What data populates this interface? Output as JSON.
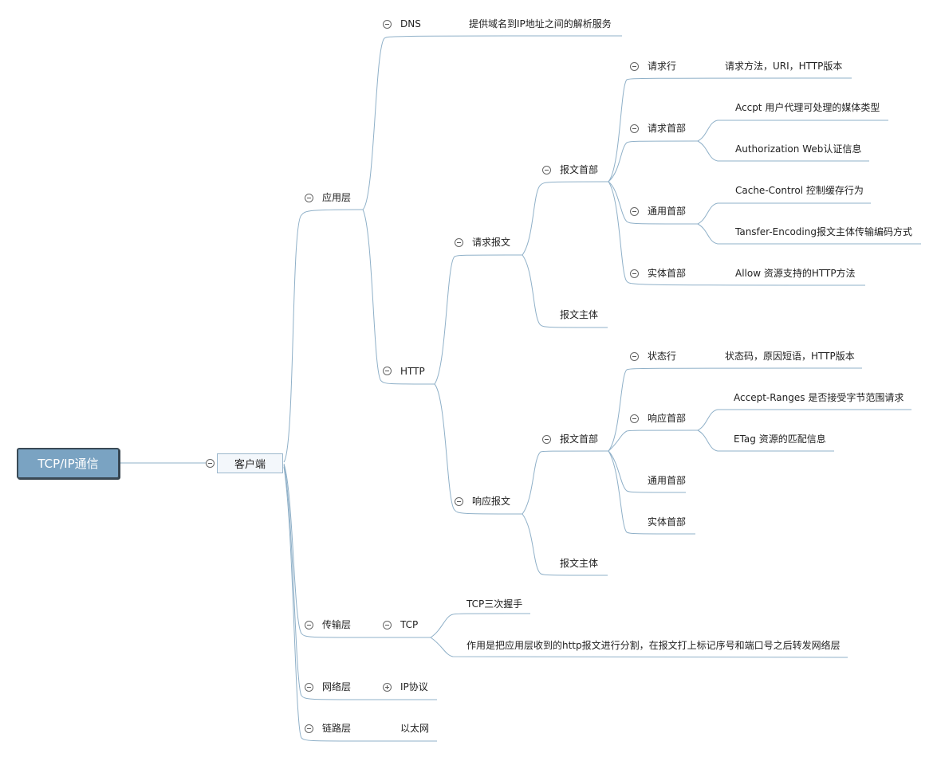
{
  "root": "TCP/IP通信",
  "client": "客户端",
  "layers": {
    "app": "应用层",
    "transport": "传输层",
    "network": "网络层",
    "link": "链路层"
  },
  "dns": {
    "label": "DNS",
    "desc": "提供域名到IP地址之间的解析服务"
  },
  "http": {
    "label": "HTTP",
    "request": {
      "label": "请求报文",
      "header": "报文首部",
      "body": "报文主体",
      "line": {
        "label": "请求行",
        "desc": "请求方法，URI，HTTP版本"
      },
      "req_headers": {
        "label": "请求首部",
        "items": [
          "Accpt 用户代理可处理的媒体类型",
          "Authorization Web认证信息"
        ]
      },
      "general_headers": {
        "label": "通用首部",
        "items": [
          "Cache-Control 控制缓存行为",
          "Tansfer-Encoding报文主体传输编码方式"
        ]
      },
      "entity_headers": {
        "label": "实体首部",
        "desc": "Allow 资源支持的HTTP方法"
      }
    },
    "response": {
      "label": "响应报文",
      "header": "报文首部",
      "body": "报文主体",
      "status": {
        "label": "状态行",
        "desc": "状态码，原因短语，HTTP版本"
      },
      "resp_headers": {
        "label": "响应首部",
        "items": [
          "Accept-Ranges 是否接受字节范围请求",
          "ETag 资源的匹配信息"
        ]
      },
      "general_headers": "通用首部",
      "entity_headers": "实体首部"
    }
  },
  "tcp": {
    "label": "TCP",
    "handshake": "TCP三次握手",
    "desc": "作用是把应用层收到的http报文进行分割，在报文打上标记序号和端口号之后转发网络层"
  },
  "ip": "IP协议",
  "ethernet": "以太网"
}
